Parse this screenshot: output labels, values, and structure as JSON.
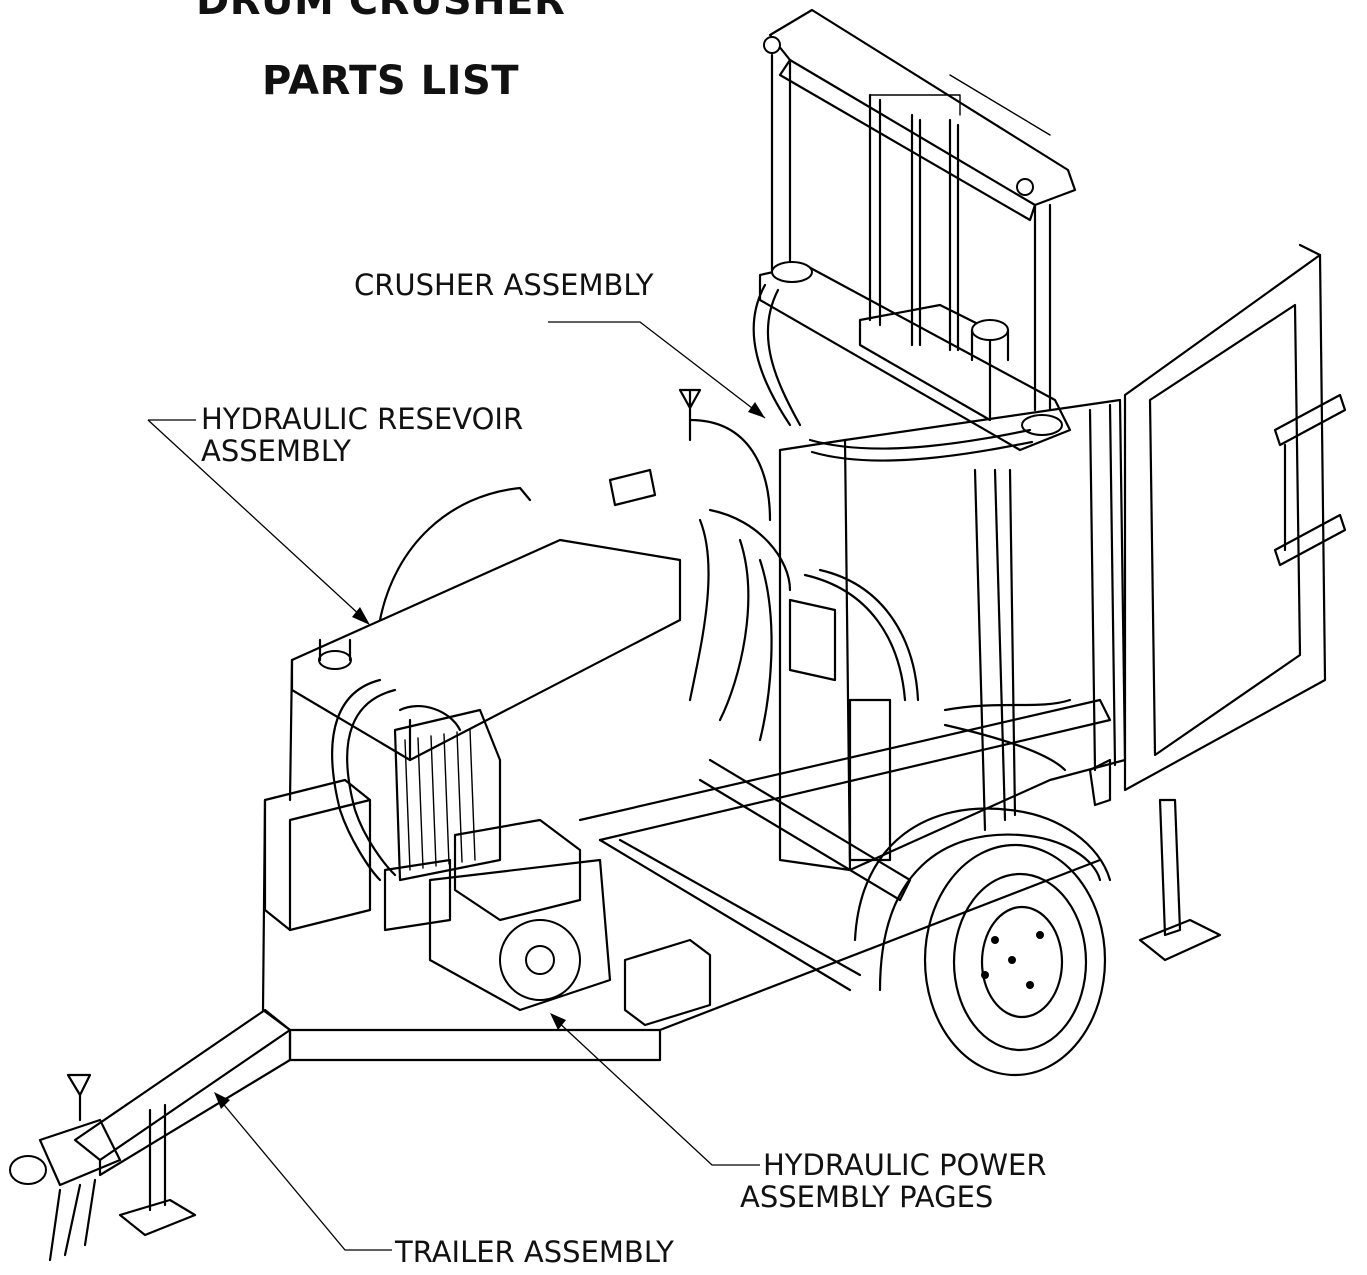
{
  "document": {
    "title_line1": "DRUM CRUSHER",
    "title_line2": "PARTS LIST"
  },
  "callouts": {
    "crusher": "CRUSHER ASSEMBLY",
    "reservoir_line1": "HYDRAULIC RESEVOIR",
    "reservoir_line2": "ASSEMBLY",
    "power_line1": "HYDRAULIC POWER",
    "power_line2": "ASSEMBLY PAGES",
    "trailer": "TRAILER ASSEMBLY"
  }
}
